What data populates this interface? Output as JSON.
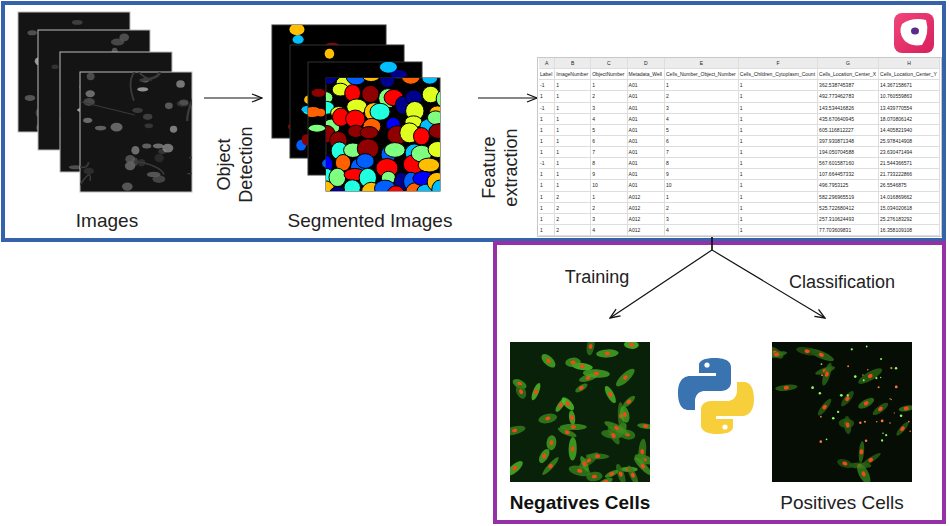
{
  "diagram": {
    "nodes": [
      {
        "text": [
          "Images"
        ]
      },
      {
        "text": [
          "Segmented Images"
        ]
      },
      {
        "text": [
          "A",
          "B",
          "C",
          "D",
          "E",
          "F",
          "G",
          "H",
          "Label",
          "ImageNumber",
          "ObjectNumber",
          "Metadata_Well",
          "Cells_Number_Object_Number",
          "Cells_Children_Cytoplasm_Count",
          "Cells_Location_Center_X",
          "Cells_Location_Center_Y",
          "-1",
          "1",
          "1",
          "A01",
          "1",
          "1",
          "362.538745387",
          "14.367158671",
          "1",
          "1",
          "2",
          "A01",
          "2",
          "1",
          "492.773462783",
          "10.760559863",
          "-1",
          "1",
          "3",
          "A01",
          "3",
          "1",
          "143.534416826",
          "13.439770554",
          "1",
          "1",
          "4",
          "A01",
          "4",
          "1",
          "435.670640945",
          "18.070806142",
          "1",
          "1",
          "5",
          "A01",
          "5",
          "1",
          "605.116812227",
          "14.405821940",
          "1",
          "1",
          "6",
          "A01",
          "6",
          "1",
          "397.930871348",
          "25.978414908",
          "1",
          "1",
          "7",
          "A01",
          "7",
          "1",
          "194.050704588",
          "23.630471494",
          "-1",
          "1",
          "8",
          "A01",
          "8",
          "1",
          "567.601587160",
          "21.544366571",
          "1",
          "1",
          "9",
          "A01",
          "9",
          "1",
          "107.664457332",
          "21.733222866",
          "1",
          "1",
          "10",
          "A01",
          "10",
          "1",
          "496.7953125",
          "26.5546875",
          "1",
          "2",
          "1",
          "A012",
          "1",
          "1",
          "582.296965519",
          "14.016869662",
          "1",
          "2",
          "2",
          "A012",
          "2",
          "1",
          "525.722680412",
          "15.034020618",
          "1",
          "2",
          "3",
          "A012",
          "3",
          "1",
          "257.310624493",
          "25.276183292",
          "1",
          "2",
          "4",
          "A012",
          "4",
          "1",
          "77.703609831",
          "16.358109108"
        ]
      },
      {
        "text": [
          "Negatives Cells"
        ]
      },
      {
        "text": [
          "Positives Cells"
        ]
      }
    ],
    "edges": [
      {
        "from": 0,
        "to": 1,
        "arrow": "to",
        "label": "Object Detection"
      },
      {
        "from": 1,
        "to": 2,
        "arrow": "to",
        "label": "Feature extraction"
      },
      {
        "from": 2,
        "to": 3,
        "arrow": "to",
        "label": "Training"
      },
      {
        "from": 2,
        "to": 4,
        "arrow": "to",
        "label": "Classification"
      }
    ]
  }
}
